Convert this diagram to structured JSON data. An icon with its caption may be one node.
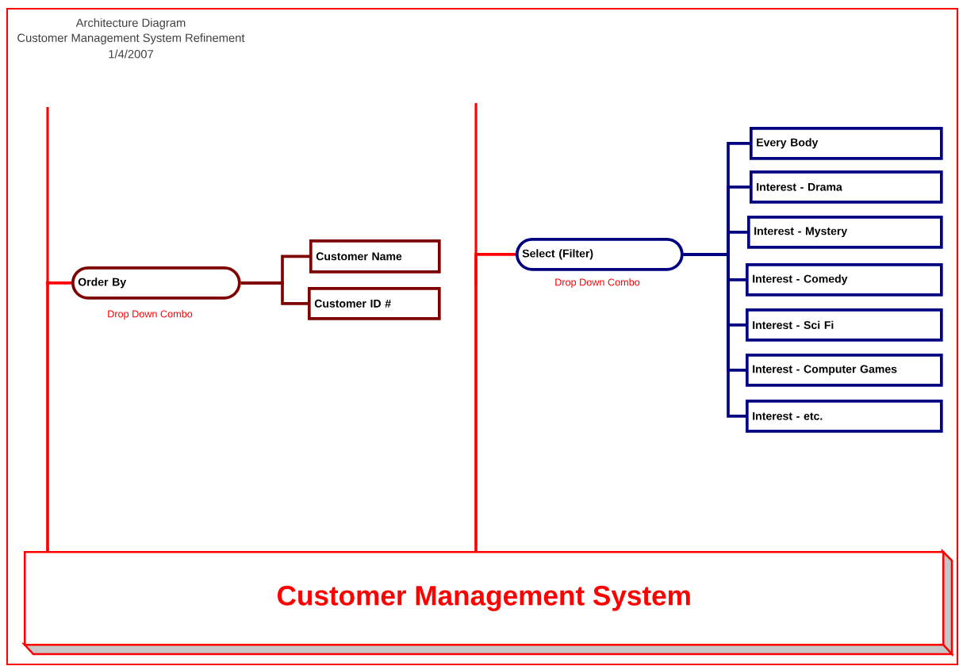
{
  "diagram": {
    "title": "Architecture Diagram",
    "nodes": [
      {
        "text": [
          "Order By"
        ],
        "beside": [
          "Drop Down Combo"
        ]
      },
      {
        "text": [
          "Customer Name"
        ]
      },
      {
        "text": [
          "Customer ID #"
        ]
      },
      {
        "text": [
          "Select  (Filter)"
        ],
        "beside": [
          "Drop Down Combo"
        ]
      },
      {
        "text": [
          "Every Body"
        ]
      },
      {
        "text": [
          "Interest - Drama"
        ]
      },
      {
        "text": [
          "Interest - Mystery"
        ]
      },
      {
        "text": [
          "Interest - Comedy"
        ]
      },
      {
        "text": [
          "Interest - Sci Fi"
        ]
      },
      {
        "text": [
          "Interest - Computer Games"
        ]
      },
      {
        "text": [
          "Interest - etc."
        ]
      },
      {
        "text": [
          "Customer Management System"
        ]
      }
    ],
    "edges": [
      {
        "from": 11,
        "to": 0,
        "arrow": "none",
        "color": "#ff0000"
      },
      {
        "from": 0,
        "to": 1,
        "arrow": "none",
        "color": "#7f0000"
      },
      {
        "from": 0,
        "to": 2,
        "arrow": "none",
        "color": "#7f0000"
      },
      {
        "from": 11,
        "to": 3,
        "arrow": "none",
        "color": "#ff0000"
      },
      {
        "from": 3,
        "to": 4,
        "arrow": "none"
      },
      {
        "from": 3,
        "to": 5,
        "arrow": "none"
      },
      {
        "from": 3,
        "to": 6,
        "arrow": "none"
      },
      {
        "from": 3,
        "to": 7,
        "arrow": "none"
      },
      {
        "from": 3,
        "to": 8,
        "arrow": "none"
      },
      {
        "from": 3,
        "to": 9,
        "arrow": "none"
      },
      {
        "from": 3,
        "to": 10,
        "arrow": "none"
      }
    ],
    "labels": [
      "Customer Management System Refinement",
      "1/4/2007"
    ]
  }
}
